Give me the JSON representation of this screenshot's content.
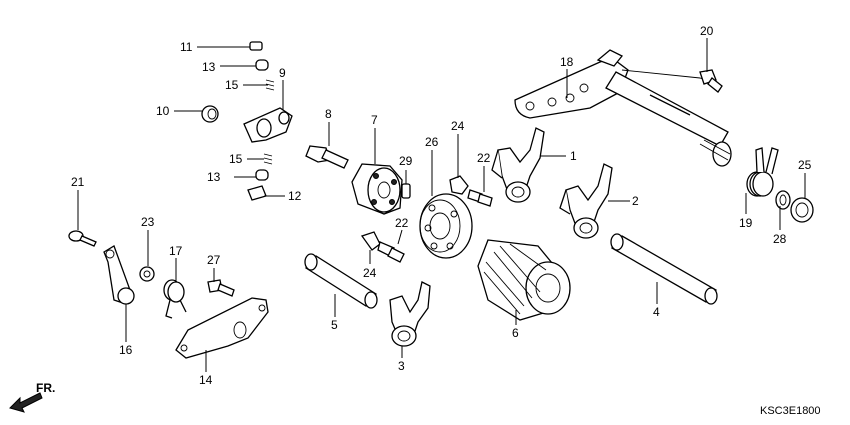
{
  "diagram": {
    "code": "KSC3E1800",
    "front_label": "FR.",
    "callouts": {
      "c1": "1",
      "c2": "2",
      "c3": "3",
      "c4": "4",
      "c5": "5",
      "c6": "6",
      "c7": "7",
      "c8": "8",
      "c9": "9",
      "c10": "10",
      "c11": "11",
      "c12": "12",
      "c13a": "13",
      "c13b": "13",
      "c14": "14",
      "c15a": "15",
      "c15b": "15",
      "c16": "16",
      "c17": "17",
      "c18": "18",
      "c19": "19",
      "c20": "20",
      "c21": "21",
      "c22a": "22",
      "c22b": "22",
      "c23": "23",
      "c24a": "24",
      "c24b": "24",
      "c25": "25",
      "c26": "26",
      "c27": "27",
      "c28": "28",
      "c29": "29"
    }
  }
}
